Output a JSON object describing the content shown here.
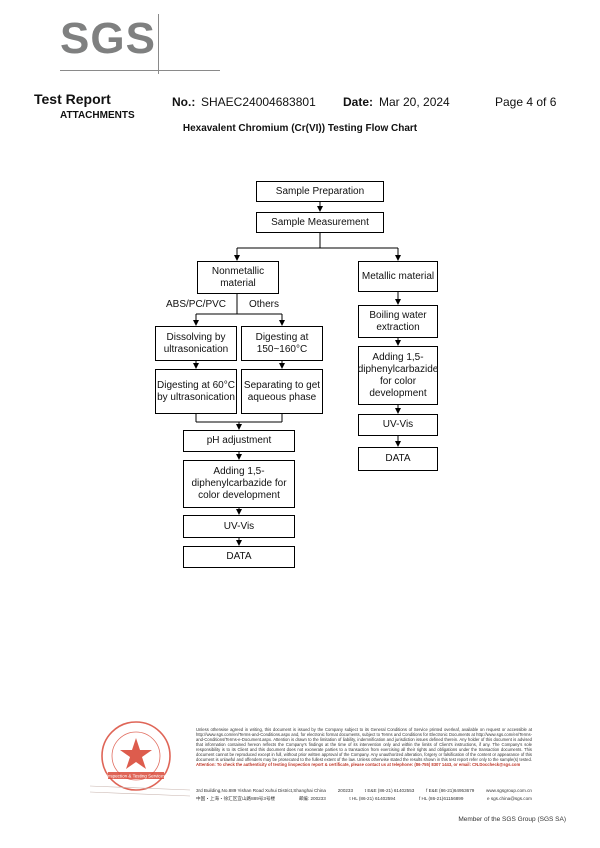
{
  "logo": {
    "text": "SGS"
  },
  "header": {
    "title": "Test Report",
    "subtitle": "ATTACHMENTS",
    "no_label": "No.:",
    "no_value": "SHAEC24004683801",
    "date_label": "Date:",
    "date_value": "Mar 20, 2024",
    "page": "Page 4 of 6"
  },
  "chart_title": "Hexavalent Chromium (Cr(VI)) Testing Flow Chart",
  "flow": {
    "sample_prep": "Sample Preparation",
    "sample_meas": "Sample Measurement",
    "nonmetallic": "Nonmetallic material",
    "metallic": "Metallic material",
    "branch_abs": "ABS/PC/PVC",
    "branch_others": "Others",
    "dissolving": "Dissolving by ultrasonication",
    "digesting_150": "Digesting at 150~160°C",
    "digesting_60": "Digesting at 60°C by ultrasonication",
    "separating": "Separating to get aqueous phase",
    "ph": "pH adjustment",
    "adding_left": "Adding 1,5-diphenylcarbazide for color development",
    "uvvis_left": "UV-Vis",
    "data_left": "DATA",
    "boiling": "Boiling water extraction",
    "adding_right": "Adding 1,5-diphenylcarbazide for color development",
    "uvvis_right": "UV-Vis",
    "data_right": "DATA"
  },
  "footer": {
    "seal_text": "Inspection & Testing Services",
    "notice": "Unless otherwise agreed in writing, this document is issued by the Company subject to its General Conditions of Service printed overleaf, available on request or accessible at http://www.sgs.com/en/Terms-and-Conditions.aspx and, for electronic format documents, subject to Terms and Conditions for Electronic Documents at http://www.sgs.com/en/Terms-and-Conditions/Terms-e-Document.aspx. Attention is drawn to the limitation of liability, indemnification and jurisdiction issues defined therein. Any holder of this document is advised that information contained hereon reflects the Company's findings at the time of its intervention only and within the limits of Client's instructions, if any. The Company's sole responsibility is to its Client and this document does not exonerate parties to a transaction from exercising all their rights and obligations under the transaction documents. This document cannot be reproduced except in full, without prior written approval of the Company. Any unauthorized alteration, forgery or falsification of the content or appearance of this document is unlawful and offenders may be prosecuted to the fullest extent of the law. Unless otherwise stated the results shown in this test report refer only to the sample(s) tested.",
    "attention": "Attention: To check the authenticity of testing /inspection report & certificate, please contact us at telephone: (86-755) 8307 1443, or email: CN.Doccheck@sgs.com",
    "addr_en": "3rd Building,No.889 Yishan Road Xuhui District,Shanghai China",
    "zip": "200233",
    "tel1": "t E&E (86-21) 61402553",
    "fax1": "f E&E (86-21)64953679",
    "web": "www.sgsgroup.com.cn",
    "addr_cn": "中国・上海・徐汇区宜山路889号3号楼",
    "zip_label": "邮编:",
    "zip2": "200233",
    "tel2": "t HL (86-21) 61402594",
    "fax2": "f HL (86-21)61156899",
    "email": "e sgs.china@sgs.com",
    "member": "Member of the SGS Group (SGS SA)"
  },
  "colors": {
    "logo_grey": "#7f8080",
    "seal_red": "#d94a3a",
    "attention_red": "#c0392b"
  }
}
